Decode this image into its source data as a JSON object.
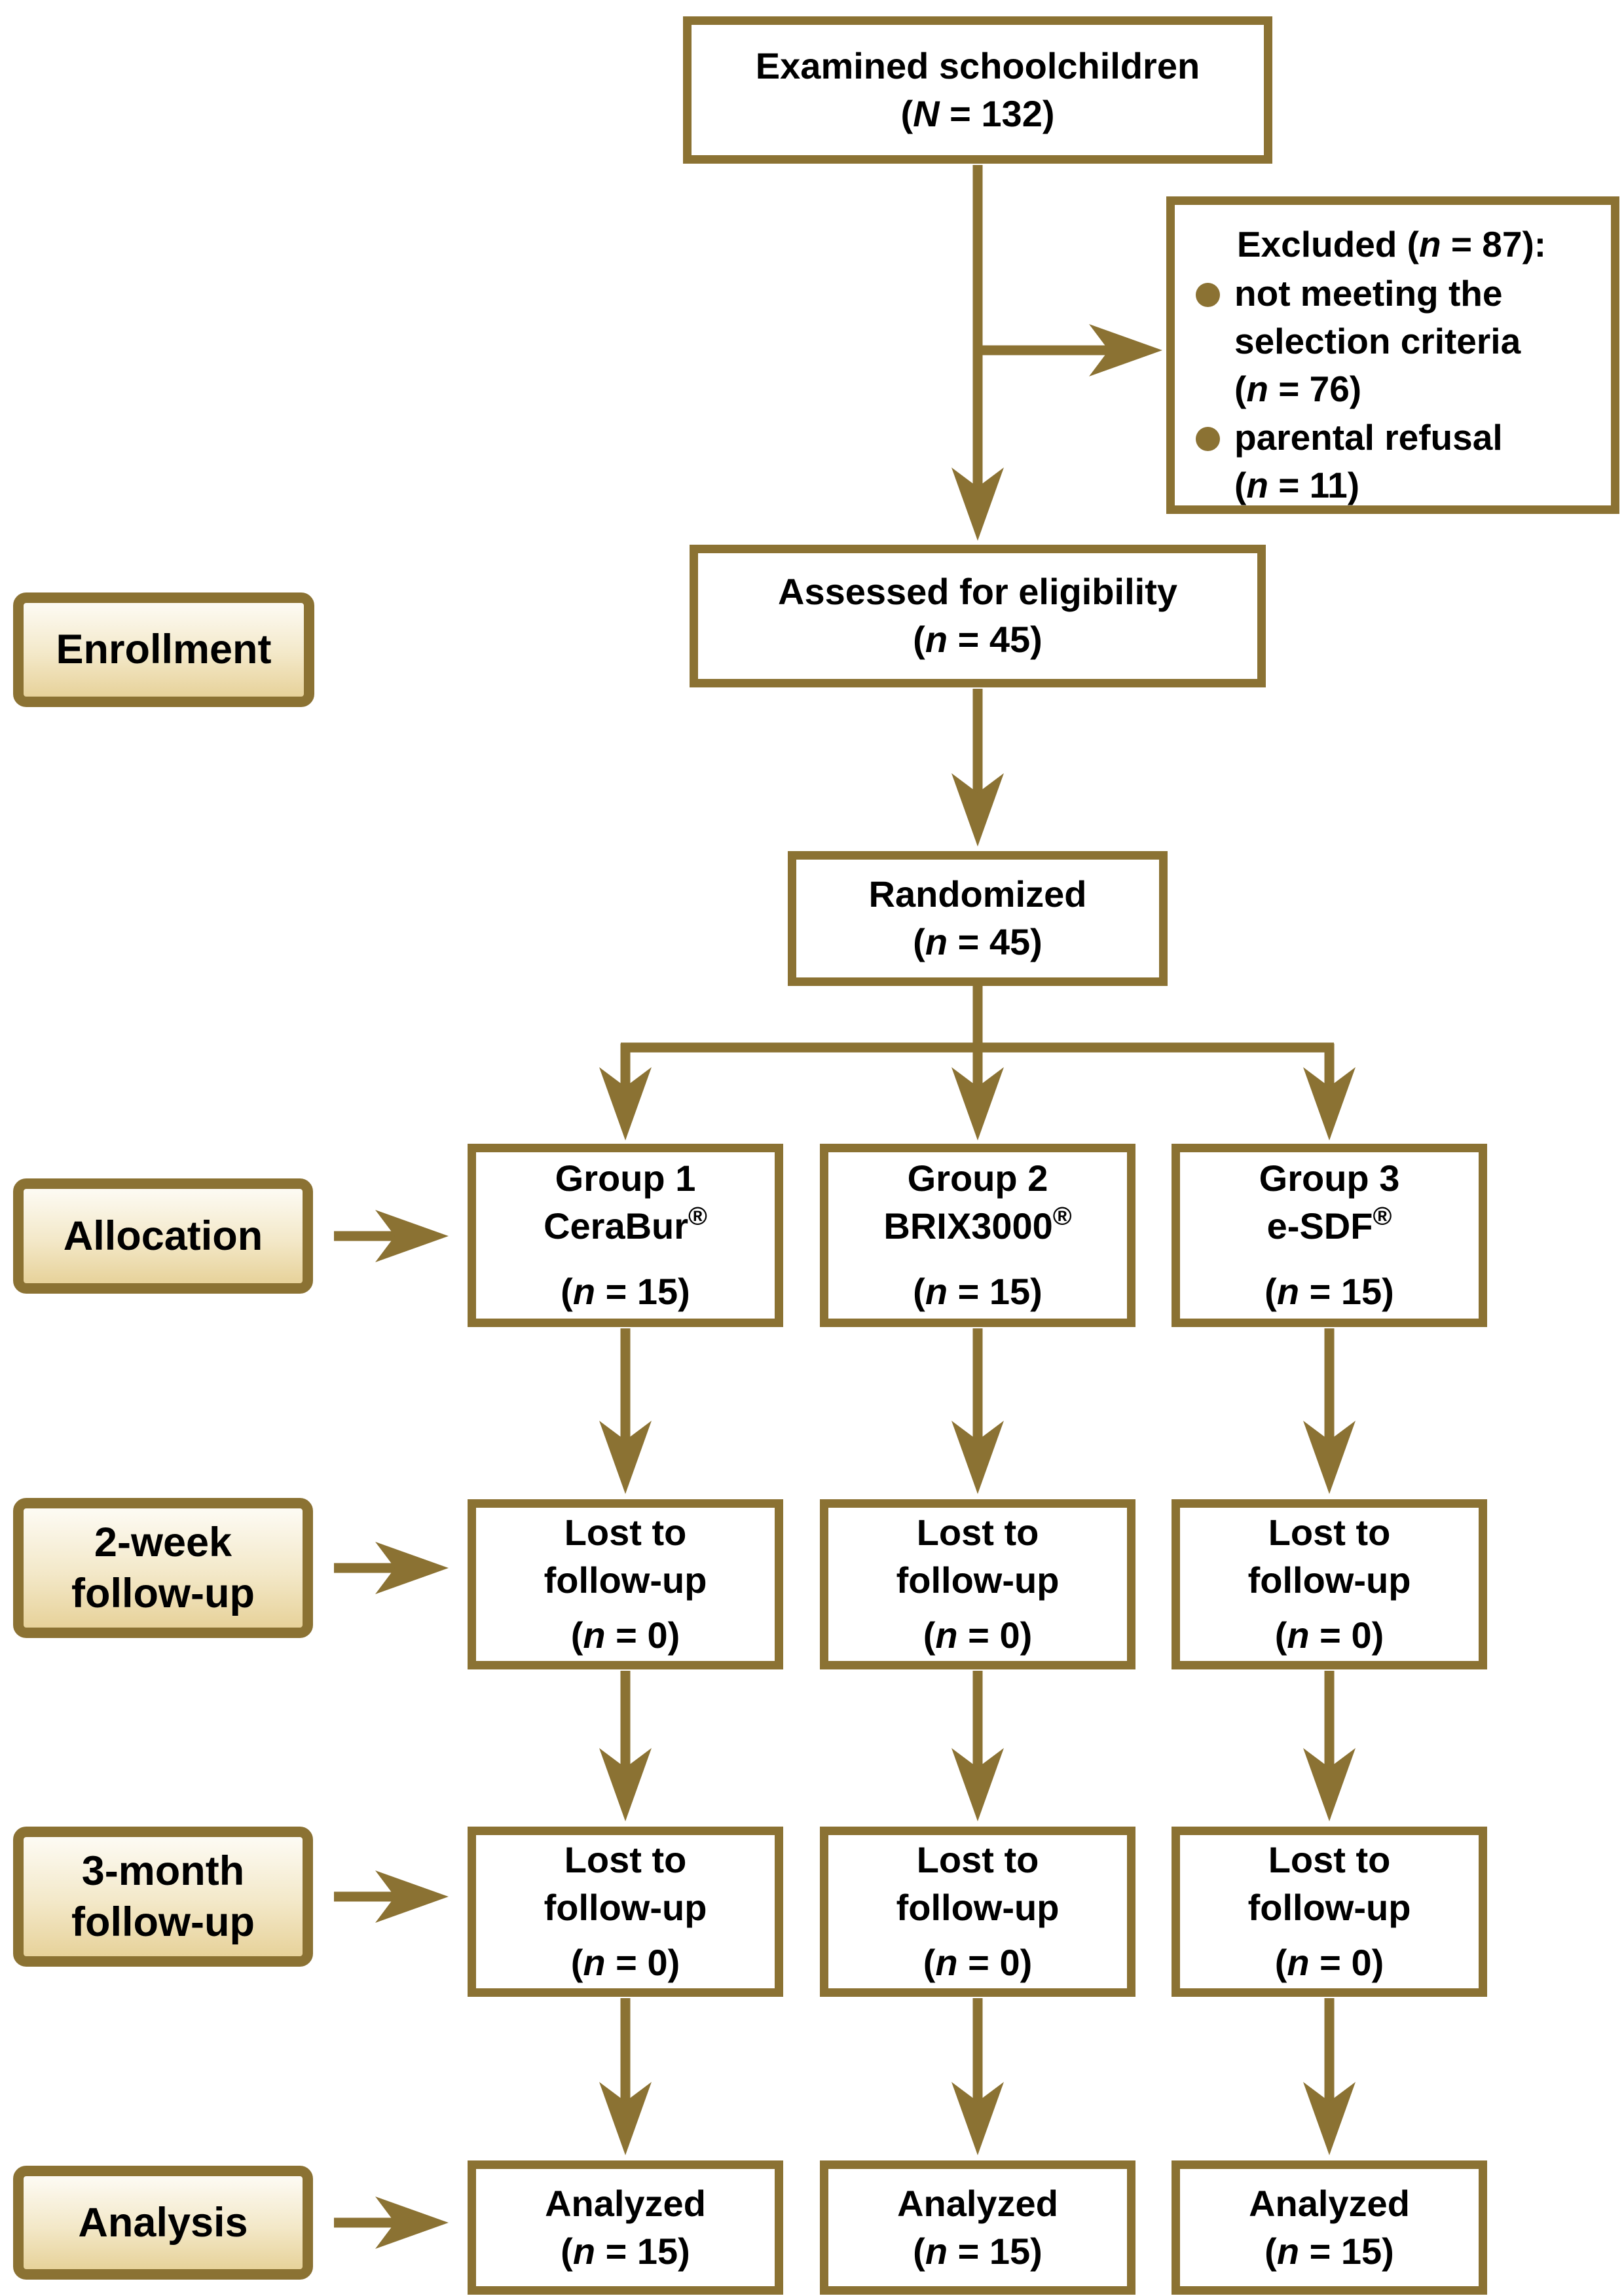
{
  "colors": {
    "gold": "#8b7233",
    "text": "#000000",
    "box_background": "#ffffff",
    "stage_gradient_top": "#fdfbf4",
    "stage_gradient_bottom": "#e7d29a"
  },
  "stage_labels": [
    {
      "id": "enrollment",
      "lines": [
        "Enrollment"
      ]
    },
    {
      "id": "allocation",
      "lines": [
        "Allocation"
      ]
    },
    {
      "id": "followup-2week",
      "lines": [
        "2-week",
        "follow-up"
      ]
    },
    {
      "id": "followup-3month",
      "lines": [
        "3-month",
        "follow-up"
      ]
    },
    {
      "id": "analysis",
      "lines": [
        "Analysis"
      ]
    }
  ],
  "flow": {
    "examined": {
      "lines": [
        "Examined schoolchildren",
        "(*N* = 132)"
      ]
    },
    "excluded": {
      "title": "Excluded (*n* = 87):",
      "bullets": [
        {
          "lines": [
            "not meeting the",
            "selection criteria",
            "(*n* = 76)"
          ]
        },
        {
          "lines": [
            "parental refusal",
            "(*n* = 11)"
          ]
        }
      ]
    },
    "assessed": {
      "lines": [
        "Assessed for eligibility",
        "(*n* = 45)"
      ]
    },
    "randomized": {
      "lines": [
        "Randomized",
        "(*n* = 45)"
      ]
    },
    "groups": [
      {
        "lines": [
          "Group 1",
          "CeraBur^®^",
          "(*n* = 15)"
        ]
      },
      {
        "lines": [
          "Group 2",
          "BRIX3000^®^",
          "(*n* = 15)"
        ]
      },
      {
        "lines": [
          "Group 3",
          "e-SDF^®^",
          "(*n* = 15)"
        ]
      }
    ],
    "lost_followup_2week": [
      {
        "lines": [
          "Lost to",
          "follow-up",
          "(*n* = 0)"
        ]
      },
      {
        "lines": [
          "Lost to",
          "follow-up",
          "(*n* = 0)"
        ]
      },
      {
        "lines": [
          "Lost to",
          "follow-up",
          "(*n* = 0)"
        ]
      }
    ],
    "lost_followup_3month": [
      {
        "lines": [
          "Lost to",
          "follow-up",
          "(*n* = 0)"
        ]
      },
      {
        "lines": [
          "Lost to",
          "follow-up",
          "(*n* = 0)"
        ]
      },
      {
        "lines": [
          "Lost to",
          "follow-up",
          "(*n* = 0)"
        ]
      }
    ],
    "analyzed": [
      {
        "lines": [
          "Analyzed",
          "(*n* = 15)"
        ]
      },
      {
        "lines": [
          "Analyzed",
          "(*n* = 15)"
        ]
      },
      {
        "lines": [
          "Analyzed",
          "(*n* = 15)"
        ]
      }
    ]
  }
}
